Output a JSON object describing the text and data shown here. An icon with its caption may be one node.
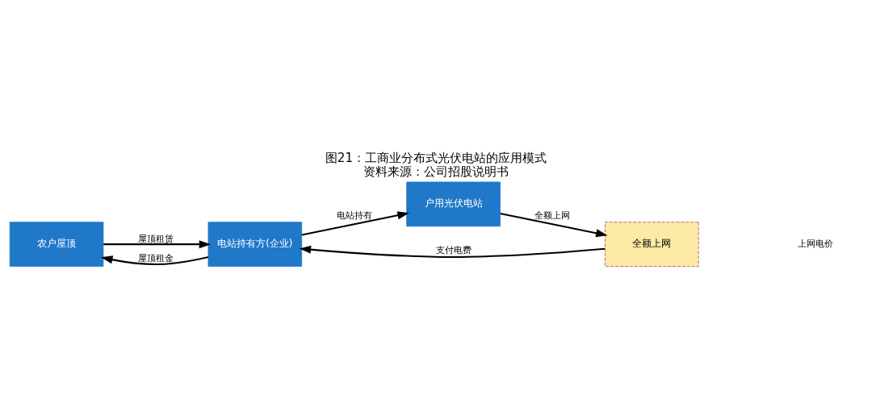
{
  "diagram": {
    "title": "图21：工商业分布式光伏电站的应用模式",
    "caption": "资料来源：公司招股说明书",
    "nodes": [
      {
        "text": [
          "农户屋顶"
        ]
      },
      {
        "text": [
          "电站持有方(企业)"
        ]
      },
      {
        "text": [
          "户用光伏电站"
        ]
      },
      {
        "text": [
          "全额上网"
        ]
      }
    ],
    "edges": [
      {
        "from": 0,
        "to": 1,
        "arrow": "to",
        "label": "屋顶租赁"
      },
      {
        "from": 1,
        "to": 0,
        "arrow": "to",
        "label": "屋顶租金"
      },
      {
        "from": 1,
        "to": 2,
        "arrow": "to",
        "label": "电站持有"
      },
      {
        "from": 2,
        "to": 3,
        "arrow": "to",
        "label": "全额上网"
      },
      {
        "from": 3,
        "to": 1,
        "arrow": "to",
        "label": "支付电费"
      }
    ],
    "labels": [
      "上网电价"
    ]
  }
}
